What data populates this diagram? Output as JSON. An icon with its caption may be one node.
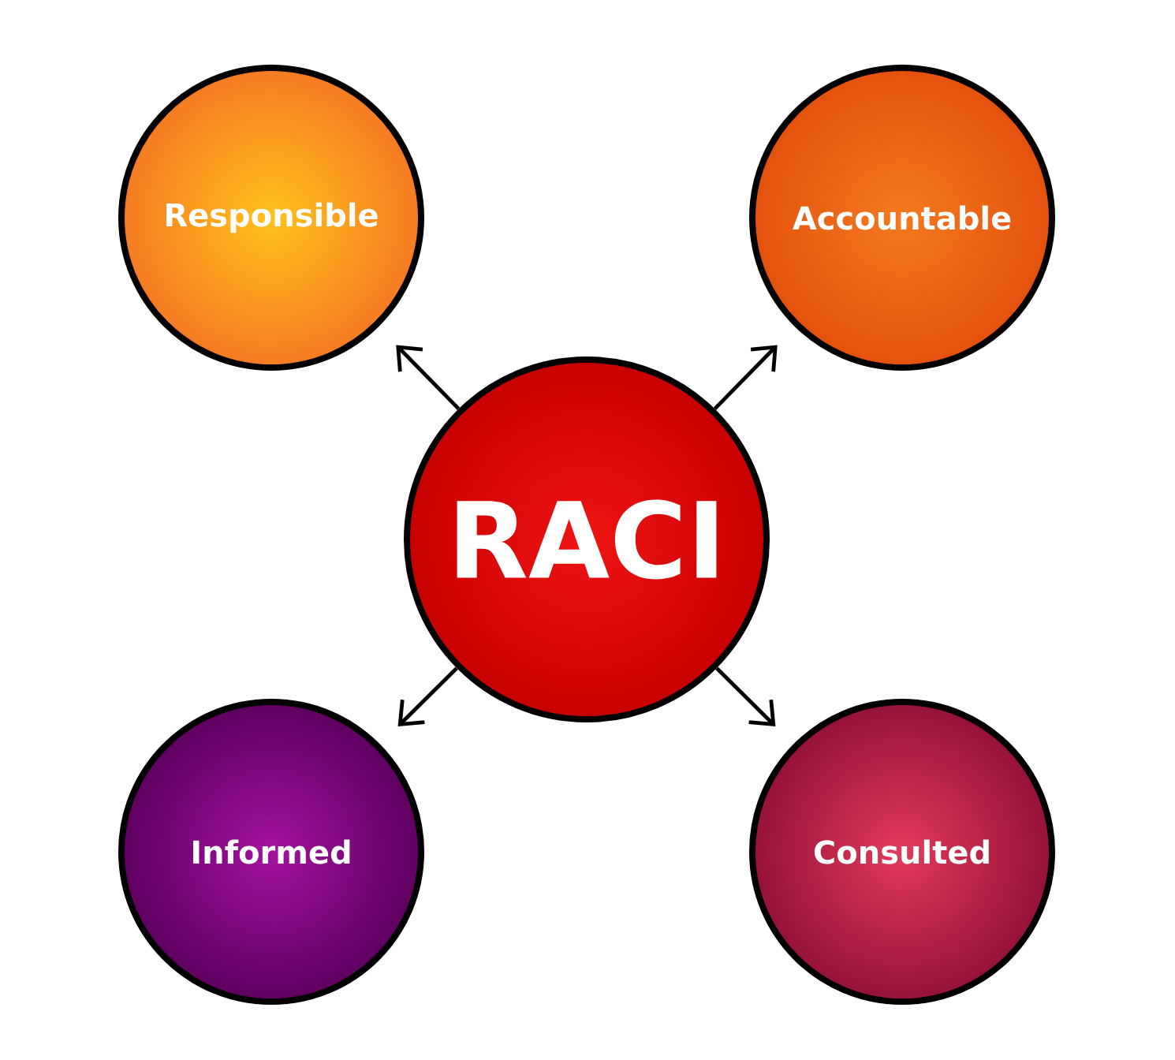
{
  "diagram": {
    "nodes": [
      {
        "text": [
          "Responsible"
        ]
      },
      {
        "text": [
          "Accountable"
        ]
      },
      {
        "text": [
          "RACI"
        ]
      },
      {
        "text": [
          "Informed"
        ]
      },
      {
        "text": [
          "Consulted"
        ]
      }
    ],
    "edges": [
      {
        "from": 2,
        "to": 0,
        "arrow": "to"
      },
      {
        "from": 2,
        "to": 1,
        "arrow": "to"
      },
      {
        "from": 2,
        "to": 3,
        "arrow": "to"
      },
      {
        "from": 2,
        "to": 4,
        "arrow": "to"
      }
    ]
  }
}
